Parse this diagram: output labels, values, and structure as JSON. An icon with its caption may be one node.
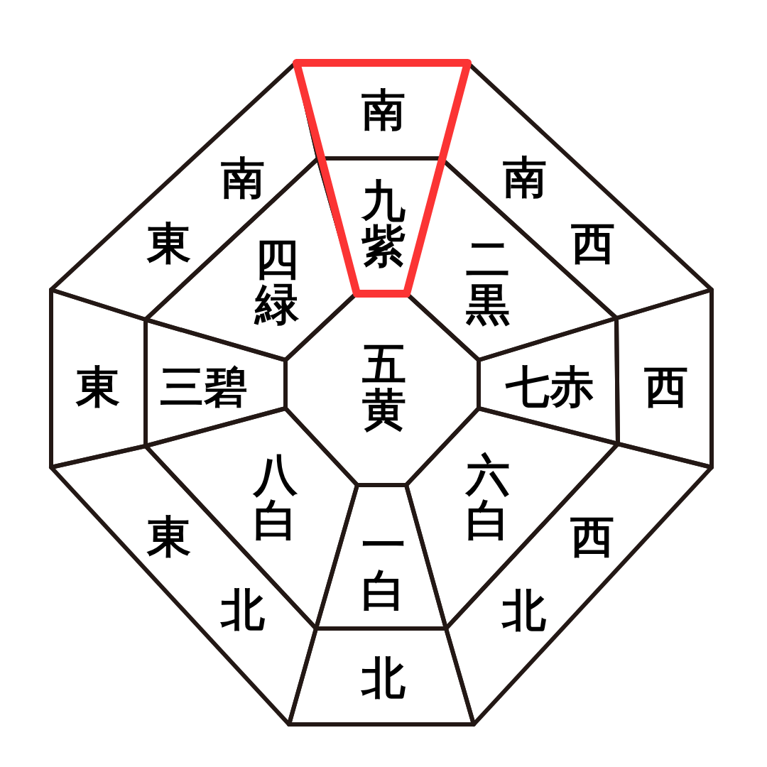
{
  "diagram": {
    "nodes": [
      {
        "text": [],
        "shape": "trapezoid"
      },
      {
        "text": [
          "南"
        ],
        "in": 0
      },
      {
        "text": [
          "九紫"
        ],
        "in": 0
      },
      {
        "text": [
          "南",
          "東"
        ]
      },
      {
        "text": [
          "南",
          "西"
        ]
      },
      {
        "text": [
          "四緑"
        ]
      },
      {
        "text": [
          "二黒"
        ]
      },
      {
        "text": [
          "東"
        ]
      },
      {
        "text": [
          "三碧"
        ]
      },
      {
        "text": [
          "五黄"
        ]
      },
      {
        "text": [
          "七赤"
        ]
      },
      {
        "text": [
          "西"
        ]
      },
      {
        "text": [
          "八白"
        ]
      },
      {
        "text": [
          "六白"
        ]
      },
      {
        "text": [
          "東",
          "北"
        ]
      },
      {
        "text": [
          "西",
          "北"
        ]
      },
      {
        "text": [
          "一白"
        ]
      },
      {
        "text": [
          "北"
        ]
      }
    ]
  }
}
